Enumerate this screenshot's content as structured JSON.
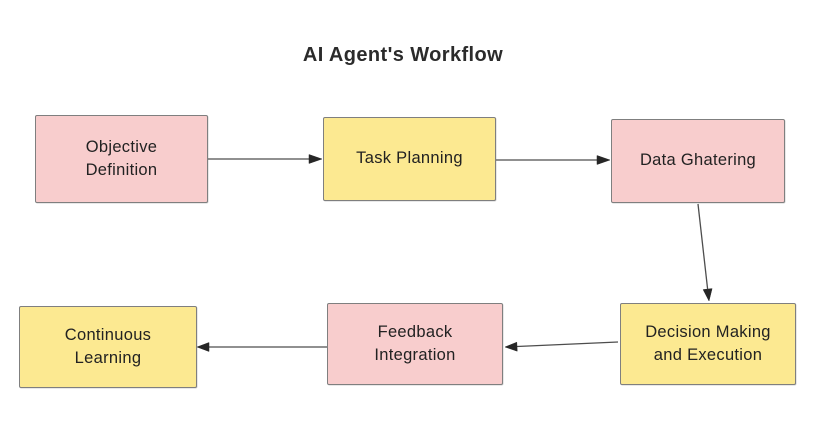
{
  "title": "AI Agent's Workflow",
  "colors": {
    "node_pink_fill": "#f8cdcd",
    "node_yellow_fill": "#fce991",
    "node_border": "#7f7f7f",
    "arrow": "#4d4d4d",
    "text": "#222222",
    "background": "#ffffff"
  },
  "nodes": [
    {
      "id": "objective-definition",
      "label": "Objective\nDefinition",
      "color": "pink"
    },
    {
      "id": "task-planning",
      "label": "Task Planning",
      "color": "yellow"
    },
    {
      "id": "data-gathering",
      "label": "Data Ghatering",
      "color": "pink"
    },
    {
      "id": "decision-making-and-execution",
      "label": "Decision Making\nand Execution",
      "color": "yellow"
    },
    {
      "id": "feedback-integration",
      "label": "Feedback\nIntegration",
      "color": "pink"
    },
    {
      "id": "continuous-learning",
      "label": "Continuous\nLearning",
      "color": "yellow"
    }
  ],
  "edges": [
    {
      "from": "objective-definition",
      "to": "task-planning"
    },
    {
      "from": "task-planning",
      "to": "data-gathering"
    },
    {
      "from": "data-gathering",
      "to": "decision-making-and-execution"
    },
    {
      "from": "decision-making-and-execution",
      "to": "feedback-integration"
    },
    {
      "from": "feedback-integration",
      "to": "continuous-learning"
    }
  ]
}
